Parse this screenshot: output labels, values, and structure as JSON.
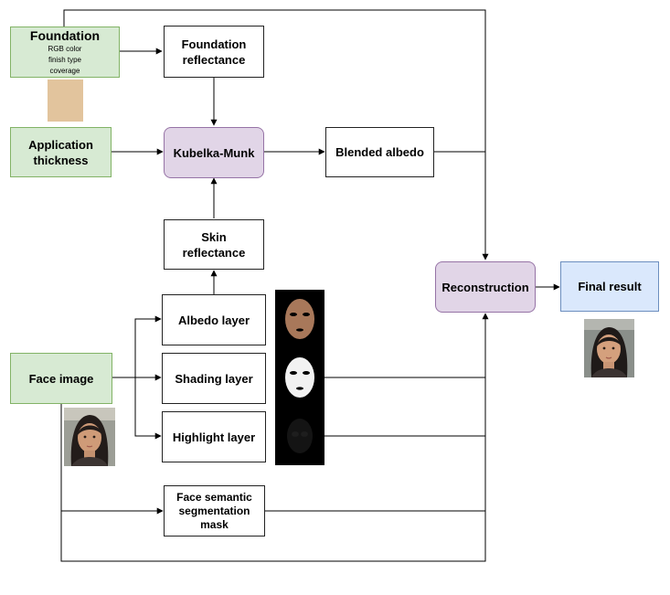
{
  "nodes": {
    "foundation": {
      "title": "Foundation",
      "params": [
        "RGB color",
        "finish type",
        "coverage"
      ]
    },
    "foundation_reflectance": {
      "line1": "Foundation",
      "line2": "reflectance"
    },
    "application_thickness": {
      "line1": "Application",
      "line2": "thickness"
    },
    "kubelka_munk": {
      "label": "Kubelka-Munk"
    },
    "blended_albedo": {
      "label": "Blended albedo"
    },
    "skin_reflectance": {
      "line1": "Skin",
      "line2": "reflectance"
    },
    "reconstruction": {
      "label": "Reconstruction"
    },
    "final_result": {
      "label": "Final result"
    },
    "albedo_layer": {
      "label": "Albedo layer"
    },
    "face_image": {
      "label": "Face image"
    },
    "shading_layer": {
      "label": "Shading layer"
    },
    "highlight_layer": {
      "label": "Highlight layer"
    },
    "segmentation_mask": {
      "line1": "Face semantic",
      "line2": "segmentation mask"
    }
  },
  "colors": {
    "foundation_swatch": "#e2c49d",
    "input_fill": "#d7ead3",
    "operator_fill": "#e1d5e7",
    "output_fill": "#dae8fc",
    "albedo_face": "#a8785a"
  },
  "icons": [
    "face-photo-input",
    "face-photo-result",
    "albedo-mask-image",
    "shading-mask-image",
    "highlight-mask-image"
  ]
}
